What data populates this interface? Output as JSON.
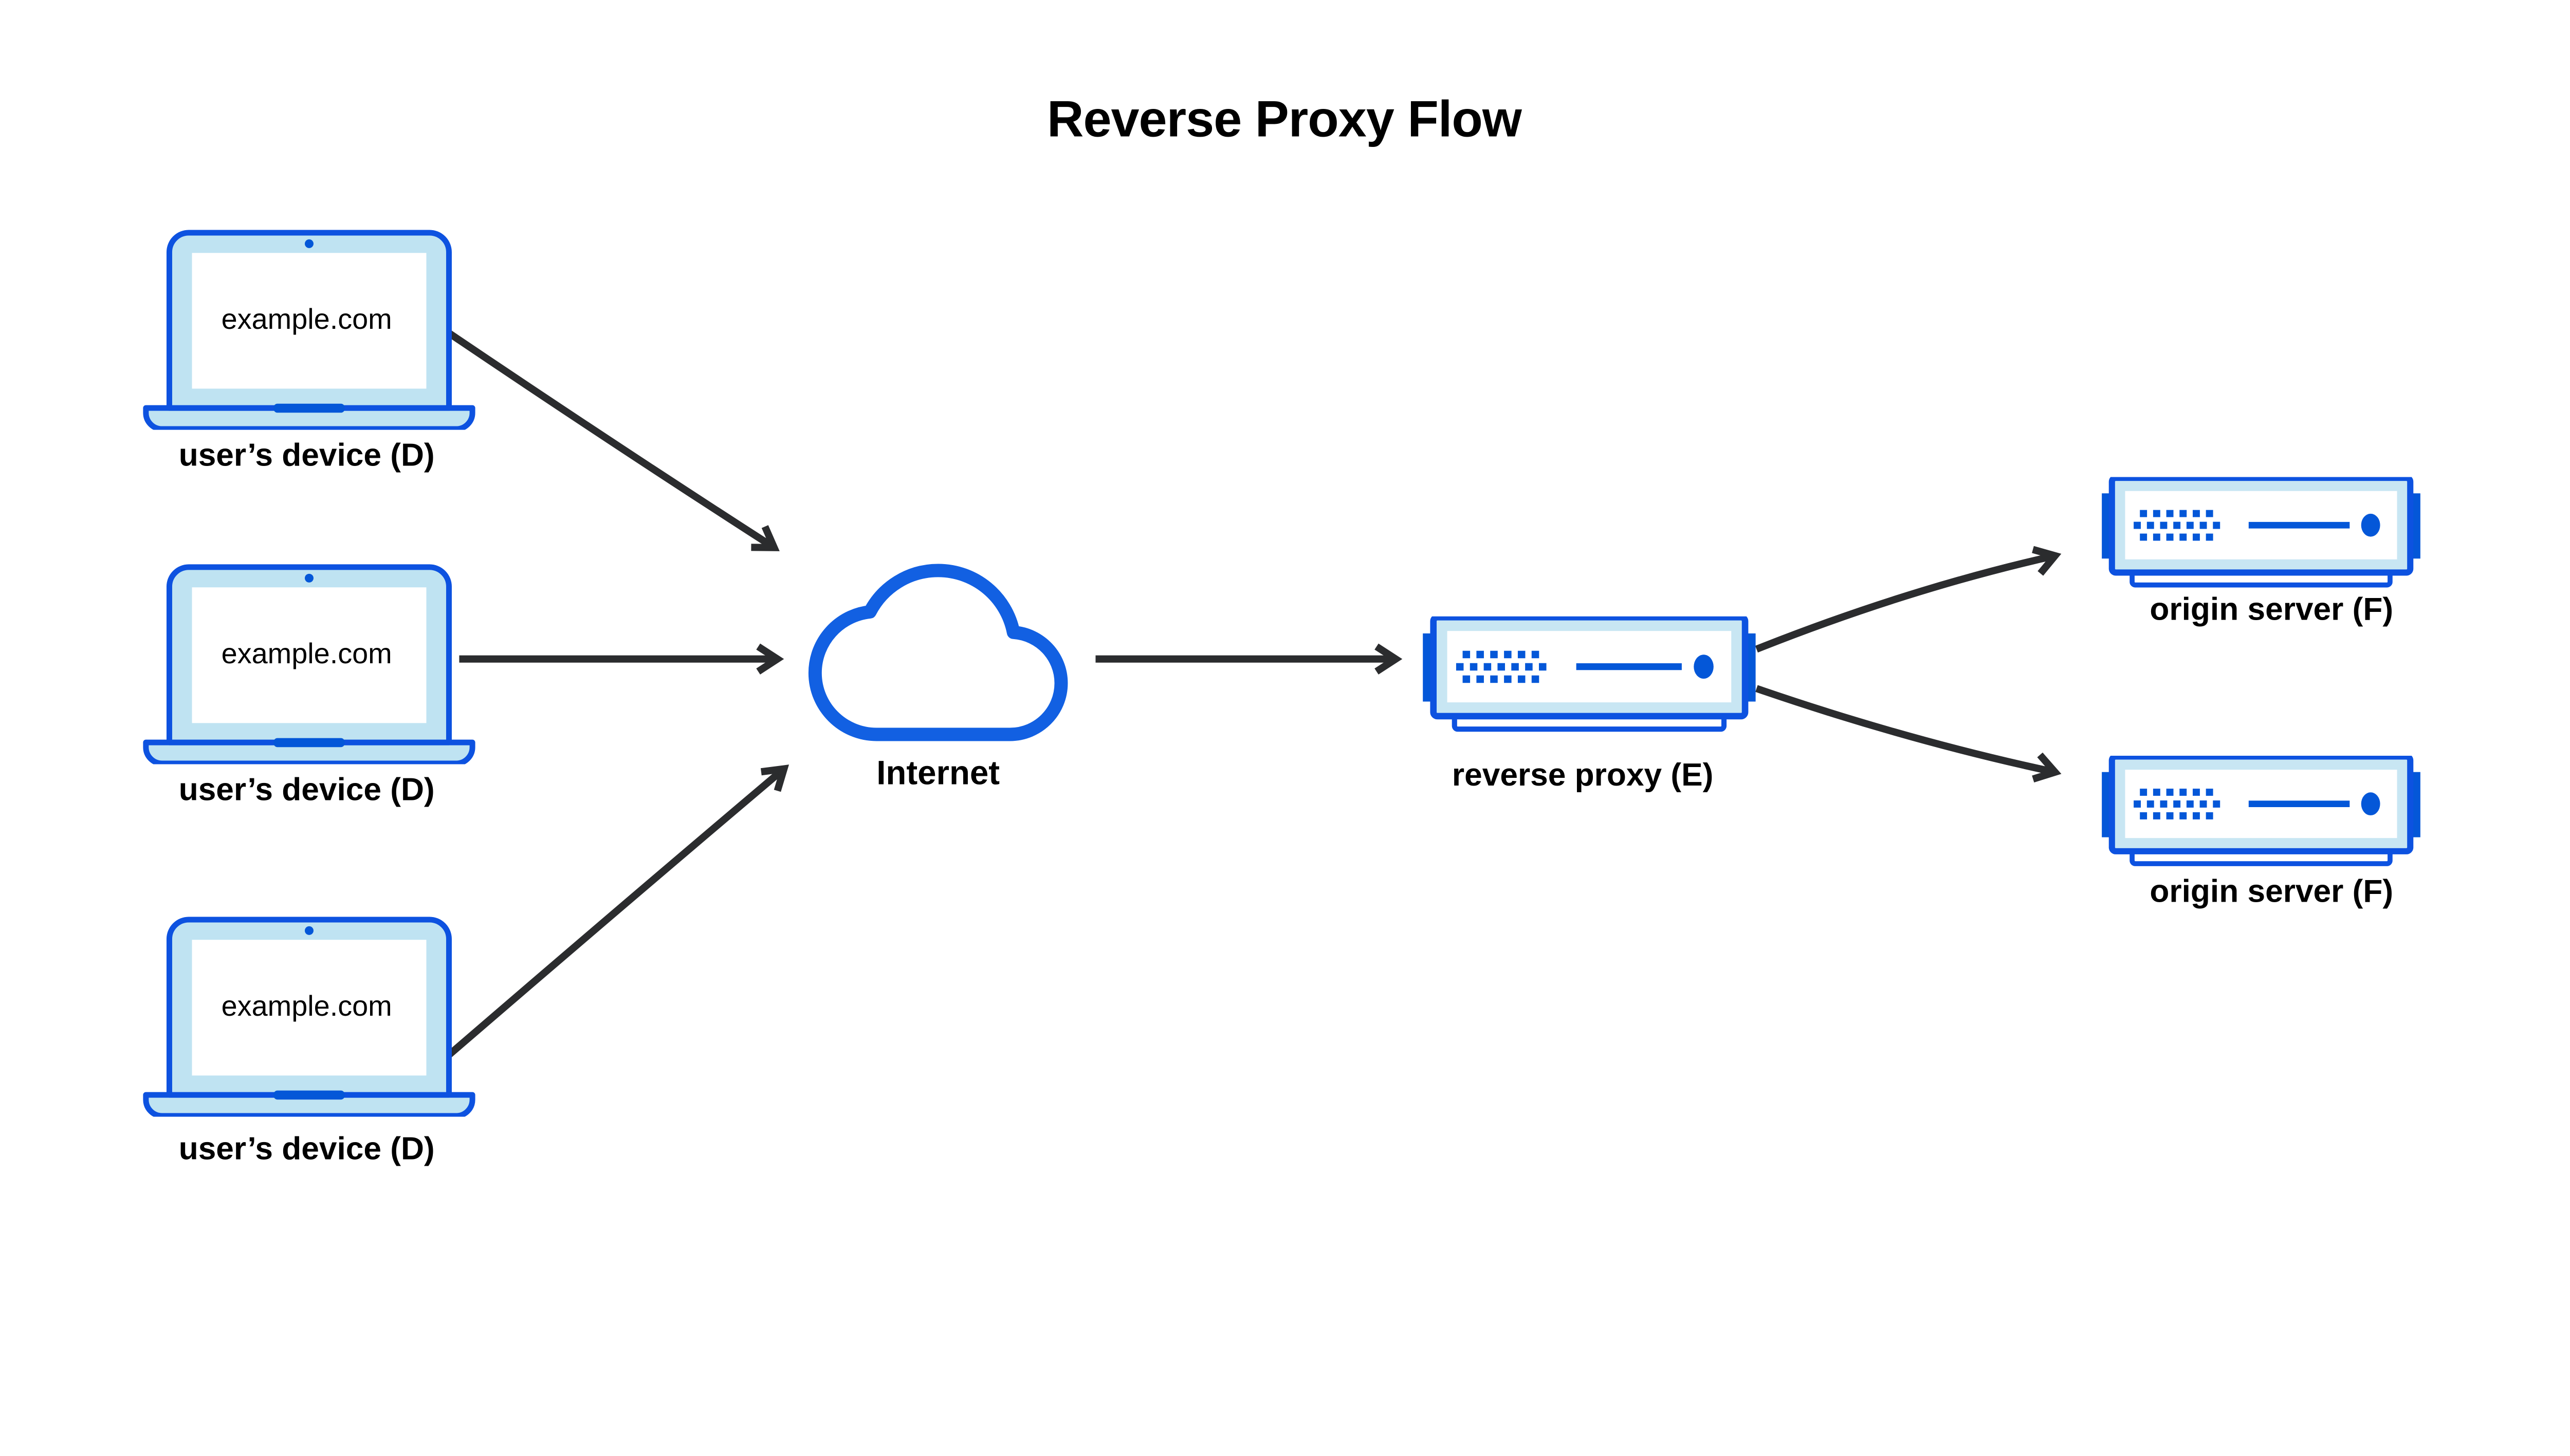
{
  "title": "Reverse Proxy Flow",
  "nodes": {
    "devices": [
      {
        "id": "device-1",
        "icon": "laptop-icon",
        "screen_text": "example.com",
        "label": "user’s device (D)"
      },
      {
        "id": "device-2",
        "icon": "laptop-icon",
        "screen_text": "example.com",
        "label": "user’s device (D)"
      },
      {
        "id": "device-3",
        "icon": "laptop-icon",
        "screen_text": "example.com",
        "label": "user’s device (D)"
      }
    ],
    "internet": {
      "id": "internet",
      "icon": "cloud-icon",
      "label": "Internet"
    },
    "reverse_proxy": {
      "id": "reverse-proxy",
      "icon": "server-icon",
      "label": "reverse proxy (E)"
    },
    "origin_servers": [
      {
        "id": "origin-server-1",
        "icon": "server-icon",
        "label": "origin server (F)"
      },
      {
        "id": "origin-server-2",
        "icon": "server-icon",
        "label": "origin server (F)"
      }
    ]
  },
  "flow": [
    {
      "from": "device-1",
      "to": "internet"
    },
    {
      "from": "device-2",
      "to": "internet"
    },
    {
      "from": "device-3",
      "to": "internet"
    },
    {
      "from": "internet",
      "to": "reverse-proxy"
    },
    {
      "from": "reverse-proxy",
      "to": "origin-server-1"
    },
    {
      "from": "reverse-proxy",
      "to": "origin-server-2"
    }
  ],
  "colors": {
    "background": "#ffffff",
    "outline_blue": "#0d52e0",
    "cloud_blue": "#1260e2",
    "solid_blue": "#0457d8",
    "device_fill": "#bfe3f2",
    "server_fill": "#c8e6f3",
    "arrow": "#2b2c2e",
    "text": "#000000"
  }
}
